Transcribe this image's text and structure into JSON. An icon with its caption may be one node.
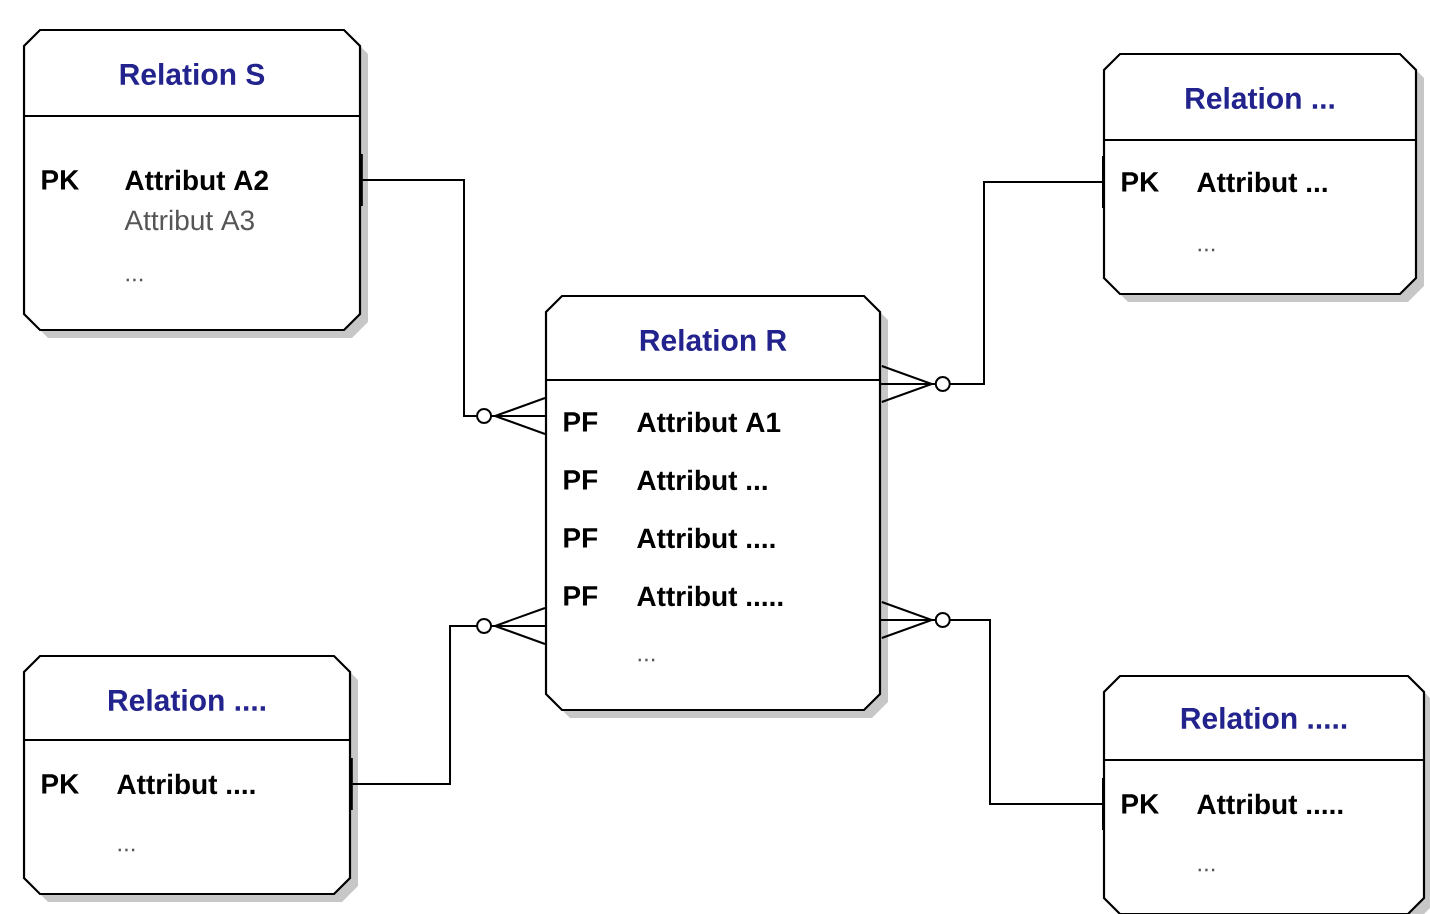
{
  "diagram": {
    "nodes": [
      {
        "text": [
          "Relation S",
          "PK",
          "Attribut A2",
          "Attribut A3",
          "..."
        ]
      },
      {
        "text": [
          "Relation ...",
          "PK",
          "Attribut ...",
          "..."
        ]
      },
      {
        "text": [
          "Relation R",
          "PF",
          "Attribut A1",
          "PF",
          "Attribut ...",
          "PF",
          "Attribut ....",
          "PF",
          "Attribut .....",
          "..."
        ]
      },
      {
        "text": [
          "Relation ....",
          "PK",
          "Attribut ....",
          "..."
        ]
      },
      {
        "text": [
          "Relation .....",
          "PK",
          "Attribut .....",
          "..."
        ]
      }
    ],
    "edges": [
      {
        "from": 0,
        "to": 2,
        "arrow": "other"
      },
      {
        "from": 1,
        "to": 2,
        "arrow": "other"
      },
      {
        "from": 3,
        "to": 2,
        "arrow": "other"
      },
      {
        "from": 4,
        "to": 2,
        "arrow": "other"
      }
    ]
  }
}
